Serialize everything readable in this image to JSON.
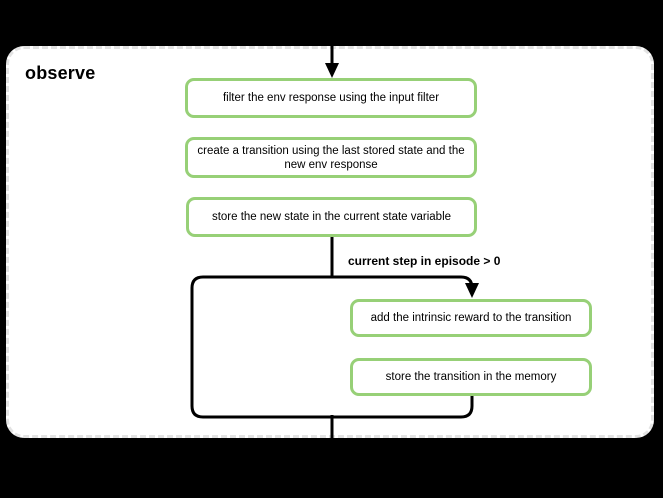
{
  "title": "observe",
  "nodes": [
    {
      "label": "filter the env response using the input filter"
    },
    {
      "label": "create a transition using the last stored state and the new env response"
    },
    {
      "label": "store the new state in the current state variable"
    },
    {
      "label": "add the intrinsic reward to the transition"
    },
    {
      "label": "store the transition in the memory"
    }
  ],
  "condition": {
    "label": "current step in episode > 0"
  },
  "colors": {
    "node_border": "#97d077",
    "node_fill": "#ffffff",
    "connector": "#000000",
    "frame_fill": "#ffffff",
    "frame_border": "#e3e3e3",
    "background": "#000000"
  }
}
